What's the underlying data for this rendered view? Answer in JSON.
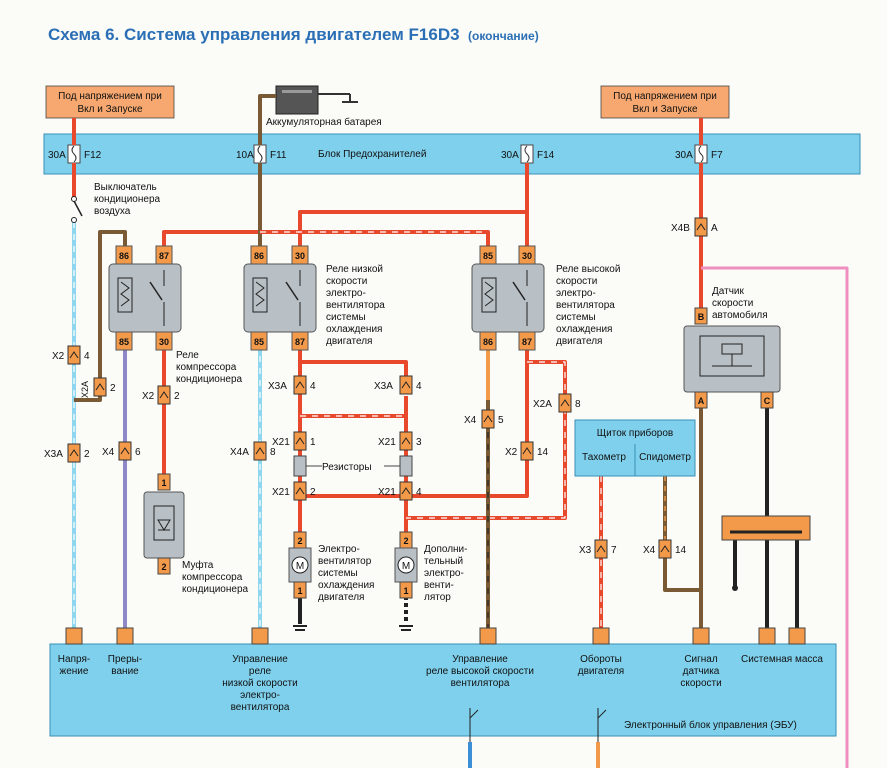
{
  "title": {
    "main": "Схема 6. Система управления двигателем F16D3",
    "suffix": "(окончание)"
  },
  "power_sources": {
    "left": [
      "Под напряжением при",
      "Вкл и Запуске"
    ],
    "right": [
      "Под напряжением при",
      "Вкл и Запуске"
    ]
  },
  "battery_label": "Аккумуляторная батарея",
  "fuse_block": {
    "label": "Блок Предохранителей",
    "fuses": [
      {
        "rating": "30A",
        "name": "F12"
      },
      {
        "rating": "10A",
        "name": "F11"
      },
      {
        "rating": "30A",
        "name": "F14"
      },
      {
        "rating": "30A",
        "name": "F7"
      }
    ]
  },
  "ac_switch_label": [
    "Выключатель",
    "кондиционера",
    "воздуха"
  ],
  "relays": {
    "compressor": {
      "label": [
        "Реле",
        "компрессора",
        "кондиционера"
      ],
      "pins": [
        "86",
        "87",
        "85",
        "30"
      ]
    },
    "low_speed": {
      "label": [
        "Реле низкой",
        "скорости",
        "электро-",
        "вентилятора",
        "системы",
        "охлаждения",
        "двигателя"
      ],
      "pins": [
        "86",
        "30",
        "85",
        "87"
      ]
    },
    "high_speed": {
      "label": [
        "Реле высокой",
        "скорости",
        "электро-",
        "вентилятора",
        "системы",
        "охлаждения",
        "двигателя"
      ],
      "pins": [
        "85",
        "30",
        "86",
        "87"
      ]
    }
  },
  "speed_sensor": {
    "label": [
      "Датчик",
      "скорости",
      "автомобиля"
    ],
    "pins": [
      "B",
      "A",
      "C"
    ]
  },
  "connectors": {
    "x2_4": {
      "name": "X2",
      "pin": "4"
    },
    "x2a_2": {
      "name": "X2A",
      "pin": "2"
    },
    "x2_2": {
      "name": "X2",
      "pin": "2"
    },
    "x3a_2": {
      "name": "X3A",
      "pin": "2"
    },
    "x4_6": {
      "name": "X4",
      "pin": "6"
    },
    "x4a_8": {
      "name": "X4A",
      "pin": "8"
    },
    "x3a_4a": {
      "name": "X3A",
      "pin": "4"
    },
    "x3a_4b": {
      "name": "X3A",
      "pin": "4"
    },
    "x21_1": {
      "name": "X21",
      "pin": "1"
    },
    "x21_3": {
      "name": "X21",
      "pin": "3"
    },
    "x21_2": {
      "name": "X21",
      "pin": "2"
    },
    "x21_4": {
      "name": "X21",
      "pin": "4"
    },
    "x4_5": {
      "name": "X4",
      "pin": "5"
    },
    "x2a_8": {
      "name": "X2A",
      "pin": "8"
    },
    "x2_14": {
      "name": "X2",
      "pin": "14"
    },
    "x4b_a": {
      "name": "X4B",
      "pin": "A"
    },
    "x3_7": {
      "name": "X3",
      "pin": "7"
    },
    "x4_14": {
      "name": "X4",
      "pin": "14"
    }
  },
  "resistors_label": "Резисторы",
  "compressor_clutch": {
    "label": [
      "Муфта",
      "компрессора",
      "кондиционера"
    ],
    "pin_top": "1",
    "pin_bottom": "2"
  },
  "fan_main": {
    "label": [
      "Электро-",
      "вентилятор",
      "системы",
      "охлаждения",
      "двигателя"
    ],
    "pin_top": "2",
    "pin_bottom": "1"
  },
  "fan_extra": {
    "label": [
      "Дополни-",
      "тельный",
      "электро-",
      "венти-",
      "лятор"
    ],
    "pin_top": "2",
    "pin_bottom": "1"
  },
  "dashboard": {
    "label": "Щиток приборов",
    "tach": "Тахометр",
    "speedo": "Спидометр"
  },
  "motor_symbol": "M",
  "ecu": {
    "label": "Электронный блок управления (ЭБУ)",
    "terminals": [
      [
        "Напря-",
        "жение"
      ],
      [
        "Преры-",
        "вание"
      ],
      [
        "Управление",
        "реле",
        "низкой скорости",
        "электро-",
        "вентилятора"
      ],
      [
        "Управление",
        "реле высокой скорости",
        "вентилятора"
      ],
      [
        "Обороты",
        "двигателя"
      ],
      [
        "Сигнал",
        "датчика",
        "скорости"
      ],
      [
        "Системная масса"
      ]
    ]
  },
  "colors": {
    "fuse_block": "#7fd0ec",
    "ecu": "#7fd0ec",
    "power_box": "#f6a870",
    "relay_fill": "#b9c0c5",
    "wire_red": "#e8492c",
    "wire_brown": "#7a5a34",
    "wire_lightblue": "#8fd6ef",
    "wire_pink": "#ef8fc0",
    "wire_lilac": "#8e88c8",
    "wire_black": "#222222",
    "pin_orange": "#f39a4a",
    "title": "#2a6fb5"
  }
}
